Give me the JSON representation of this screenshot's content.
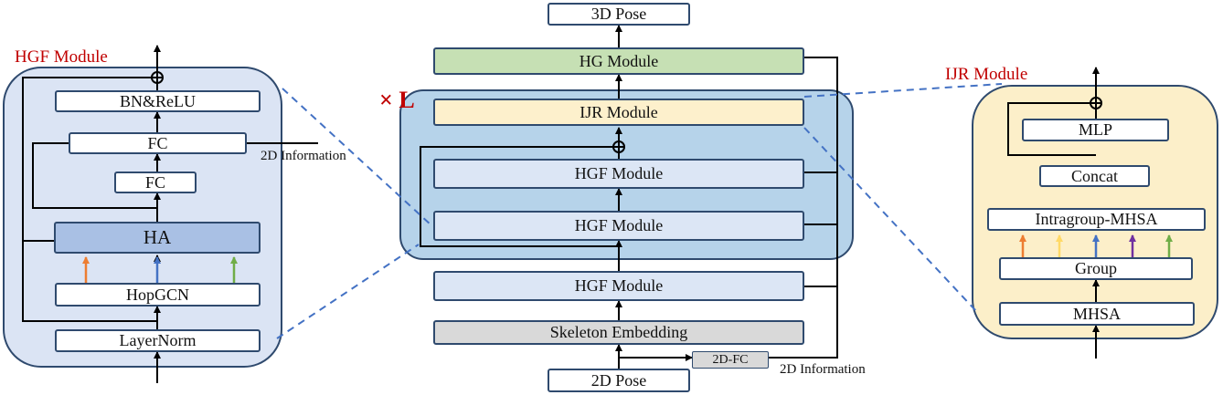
{
  "colors": {
    "hgf_panel": "#dbe4f4",
    "ijr_panel": "#fcefc9",
    "repeat_panel": "#b6d3ea",
    "hg_module": "#c6e0b4",
    "ijr_module": "#fdf0cc",
    "hgf_block": "#dce6f5",
    "ha_block": "#a9c0e4",
    "embed_block": "#d9d9d9",
    "accent_red": "#c00000",
    "arrow_orange": "#ed7d31",
    "arrow_blue": "#4472c4",
    "arrow_green": "#70ad47",
    "arrow_yellow": "#ffd966",
    "arrow_purple": "#7030a0"
  },
  "left_panel": {
    "title": "HGF Module",
    "bn_relu": "BN&ReLU",
    "fc_top": "FC",
    "fc_bottom": "FC",
    "ha": "HA",
    "hopgcn": "HopGCN",
    "layernorm": "LayerNorm",
    "info_2d": "2D Information"
  },
  "center": {
    "pose_3d": "3D Pose",
    "hg_module": "HG Module",
    "repeat_label": "× L",
    "ijr_module": "IJR Module",
    "hgf_1": "HGF Module",
    "hgf_2": "HGF Module",
    "hgf_3": "HGF Module",
    "skeleton_embedding": "Skeleton Embedding",
    "fc_2d": "2D-FC",
    "pose_2d": "2D Pose",
    "info_2d": "2D Information"
  },
  "right_panel": {
    "title": "IJR Module",
    "mlp": "MLP",
    "concat": "Concat",
    "intragroup": "Intragroup-MHSA",
    "group": "Group",
    "mhsa": "MHSA"
  }
}
